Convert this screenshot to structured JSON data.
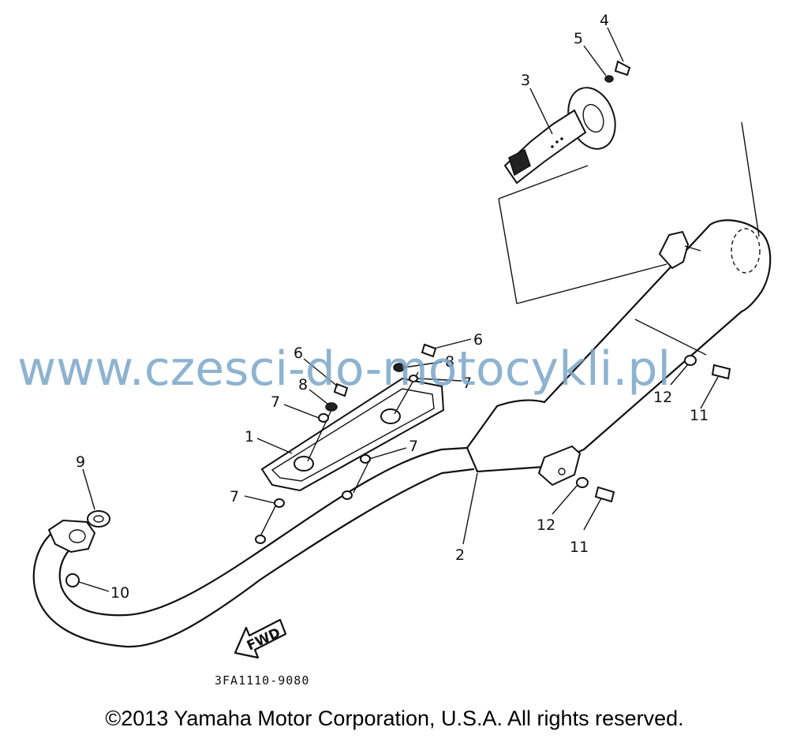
{
  "watermark": "www.czesci-do-motocykli.pl",
  "diagram_code": "3FA1110-9080",
  "fwd_label": "FWD",
  "copyright": "©2013 Yamaha Motor Corporation, U.S.A. All rights reserved.",
  "callouts": {
    "c1": "1",
    "c2": "2",
    "c3": "3",
    "c4": "4",
    "c5": "5",
    "c6a": "6",
    "c6b": "6",
    "c7a": "7",
    "c7b": "7",
    "c7c": "7",
    "c7d": "7",
    "c8a": "8",
    "c8b": "8",
    "c9": "9",
    "c10": "10",
    "c11a": "11",
    "c11b": "11",
    "c12a": "12",
    "c12b": "12"
  }
}
